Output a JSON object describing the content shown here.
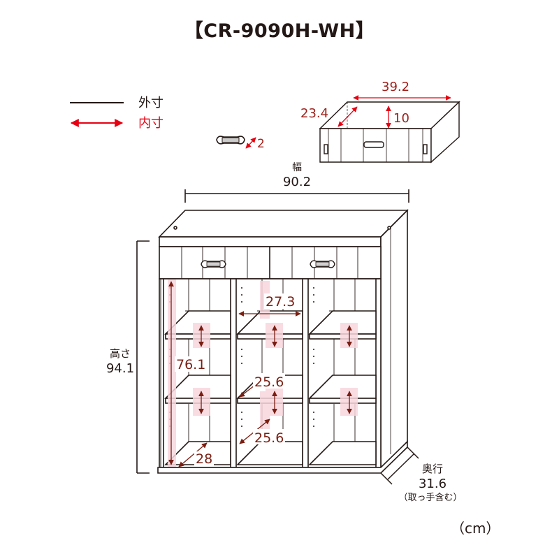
{
  "title": "【CR-9090H-WH】",
  "legend": {
    "outer": "外寸",
    "inner": "内寸"
  },
  "drawer": {
    "width": "39.2",
    "depth": "23.4",
    "height": "10"
  },
  "handle": {
    "thickness": "2"
  },
  "width": {
    "label": "幅",
    "value": "90.2"
  },
  "height": {
    "label": "高さ",
    "value": "94.1"
  },
  "depth": {
    "label": "奥行",
    "value": "31.6",
    "note": "（取っ手含む）"
  },
  "inner": {
    "shelf_width": "27.3",
    "inner_height": "76.1",
    "shelf_depth_upper": "25.6",
    "shelf_depth_lower": "25.6",
    "bottom_depth": "28"
  },
  "unit": "（cm）",
  "colors": {
    "outline": "#231815",
    "inner_dim": "#e60012",
    "dim_text": "#9e1f1a",
    "pink": "#f7d7de"
  }
}
